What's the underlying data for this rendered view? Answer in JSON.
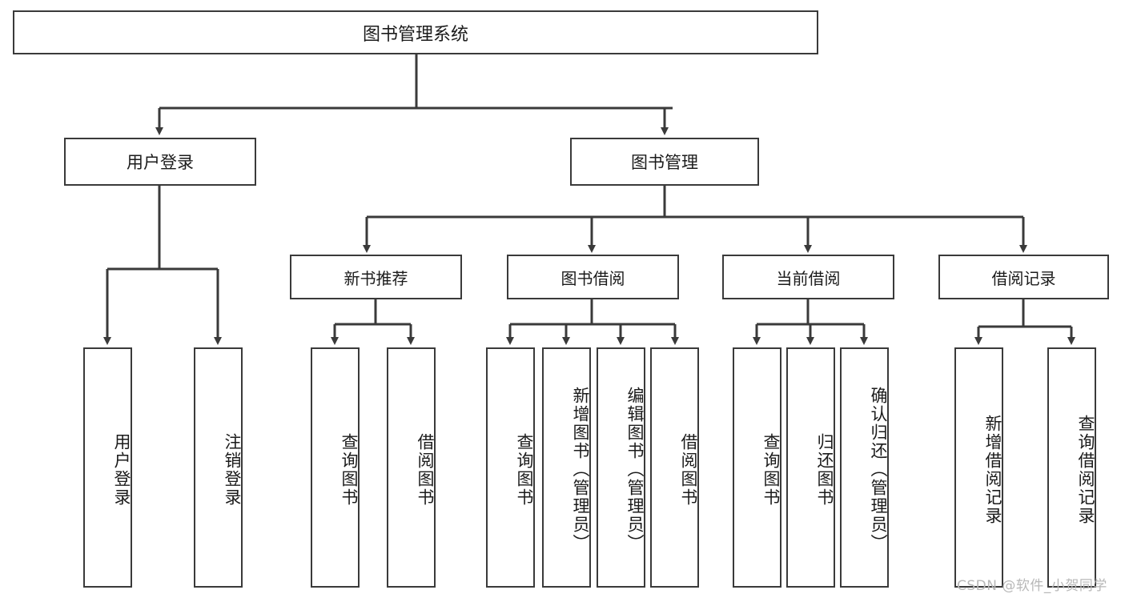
{
  "diagram": {
    "title": "图书管理系统",
    "type": "tree-hierarchy-chart",
    "root": {
      "id": "root",
      "label": "图书管理系统"
    },
    "level1": [
      {
        "id": "user-login",
        "label": "用户登录"
      },
      {
        "id": "book-manage",
        "label": "图书管理"
      }
    ],
    "level2": [
      {
        "id": "new-book-rec",
        "label": "新书推荐",
        "parent": "book-manage"
      },
      {
        "id": "book-borrow",
        "label": "图书借阅",
        "parent": "book-manage"
      },
      {
        "id": "current-borrow",
        "label": "当前借阅",
        "parent": "book-manage"
      },
      {
        "id": "borrow-record",
        "label": "借阅记录",
        "parent": "book-manage"
      }
    ],
    "leaves": {
      "user-login": [
        {
          "id": "leaf-user-login",
          "label": "用户登录"
        },
        {
          "id": "leaf-logout",
          "label": "注销登录"
        }
      ],
      "new-book-rec": [
        {
          "id": "leaf-query-book-1",
          "label": "查询图书"
        },
        {
          "id": "leaf-borrow-book-1",
          "label": "借阅图书"
        }
      ],
      "book-borrow": [
        {
          "id": "leaf-query-book-2",
          "label": "查询图书"
        },
        {
          "id": "leaf-add-book",
          "label": "新增图书（管理员）"
        },
        {
          "id": "leaf-edit-book",
          "label": "编辑图书（管理员）"
        },
        {
          "id": "leaf-borrow-book-2",
          "label": "借阅图书"
        }
      ],
      "current-borrow": [
        {
          "id": "leaf-query-book-3",
          "label": "查询图书"
        },
        {
          "id": "leaf-return-book",
          "label": "归还图书"
        },
        {
          "id": "leaf-confirm-return",
          "label": "确认归还（管理员）"
        }
      ],
      "borrow-record": [
        {
          "id": "leaf-add-record",
          "label": "新增借阅记录"
        },
        {
          "id": "leaf-query-record",
          "label": "查询借阅记录"
        }
      ]
    }
  },
  "watermark": {
    "text": "CSDN @软件_小贺同学"
  },
  "colors": {
    "stroke": "#3a3a3a",
    "background": "#ffffff",
    "text": "#1b1b1b",
    "watermark": "#b8b8b8"
  }
}
